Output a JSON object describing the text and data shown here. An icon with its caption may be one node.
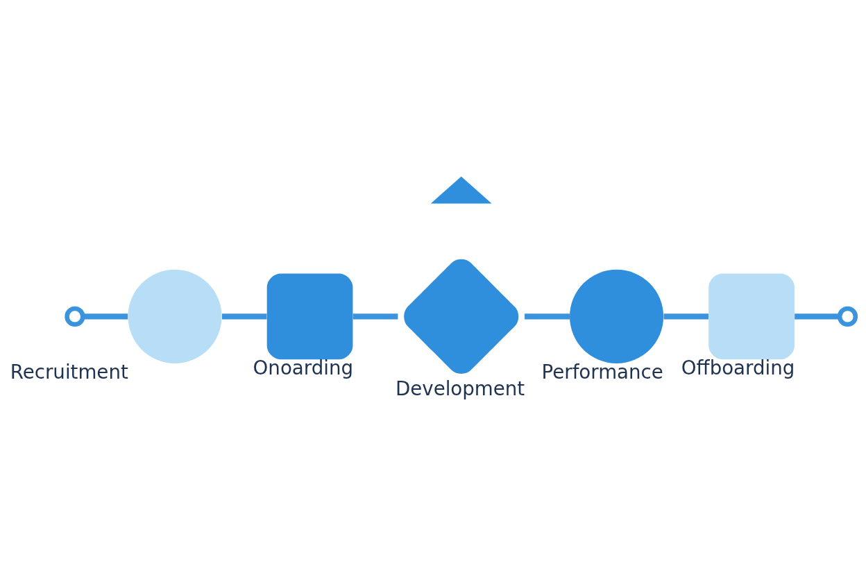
{
  "diagram": {
    "nodes": [
      {
        "text": [],
        "shape": "chevron"
      },
      {
        "text": [],
        "shape": "circle"
      },
      {
        "text": [
          "Recruitment"
        ]
      },
      {
        "text": [
          "Onoarding"
        ]
      },
      {
        "text": [
          "Development"
        ]
      },
      {
        "text": [
          "Performance"
        ]
      },
      {
        "text": [
          "Offboarding"
        ]
      },
      {
        "text": [],
        "shape": "circle"
      }
    ],
    "edges": [
      {
        "from": 1,
        "to": 2,
        "arrow": "none"
      },
      {
        "from": 2,
        "to": 3,
        "arrow": "none"
      },
      {
        "from": 3,
        "to": 4,
        "arrow": "none"
      },
      {
        "from": 4,
        "to": 5,
        "arrow": "none"
      },
      {
        "from": 5,
        "to": 6,
        "arrow": "none"
      },
      {
        "from": 6,
        "to": 7,
        "arrow": "none"
      }
    ]
  }
}
